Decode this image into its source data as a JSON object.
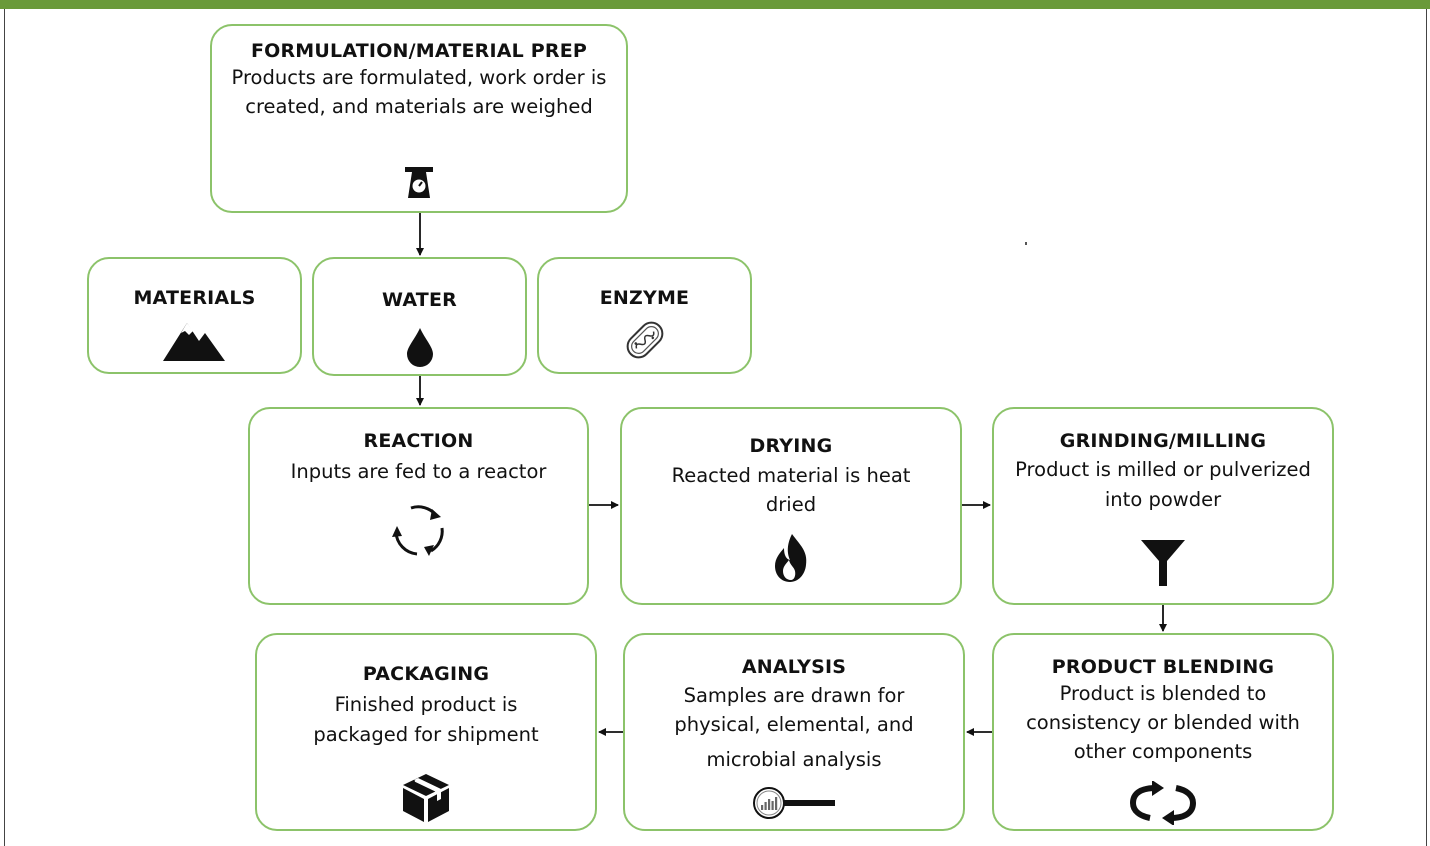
{
  "steps": {
    "formulation": {
      "title": "FORMULATION/MATERIAL PREP",
      "desc": "Products are formulated, work order is created, and materials are weighed",
      "icon": "scale-icon"
    },
    "materials": {
      "title": "MATERIALS",
      "icon": "mountain-icon"
    },
    "water": {
      "title": "WATER",
      "icon": "water-drop-icon"
    },
    "enzyme": {
      "title": "ENZYME",
      "icon": "enzyme-capsule-icon"
    },
    "reaction": {
      "title": "REACTION",
      "desc": "Inputs are fed to a reactor",
      "icon": "cycle-arrows-icon"
    },
    "drying": {
      "title": "DRYING",
      "desc": "Reacted material is heat dried",
      "icon": "flame-icon"
    },
    "grinding": {
      "title": "GRINDING/MILLING",
      "desc": "Product is milled or pulverized into powder",
      "icon": "funnel-icon"
    },
    "blending": {
      "title": "PRODUCT BLENDING",
      "desc": "Product is blended to consistency or blended with other components",
      "icon": "blend-arrows-icon"
    },
    "analysis": {
      "title": "ANALYSIS",
      "desc1": "Samples are drawn for physical, elemental, and",
      "desc2": "microbial analysis",
      "icon": "magnifier-chart-icon"
    },
    "packaging": {
      "title": "PACKAGING",
      "desc": "Finished product is packaged for shipment",
      "icon": "box-icon"
    }
  },
  "colors": {
    "accent": "#8cc36a",
    "banner": "#6a9a3a",
    "arrow": "#111111"
  }
}
